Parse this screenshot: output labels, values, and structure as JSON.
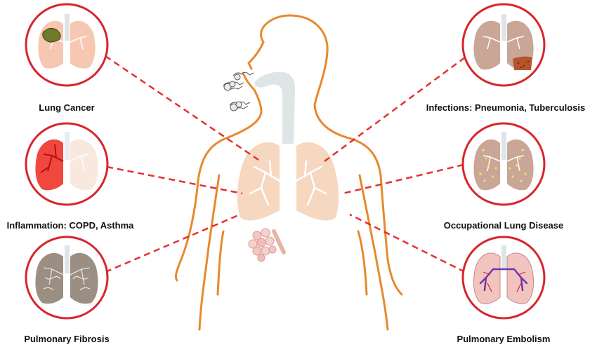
{
  "diagram": {
    "conditions": [
      {
        "label": "Lung Cancer"
      },
      {
        "label": "Inflammation: COPD, Asthma"
      },
      {
        "label": "Pulmonary Fibrosis"
      },
      {
        "label": "Infections: Pneumonia, Tuberculosis"
      },
      {
        "label": "Occupational Lung Disease"
      },
      {
        "label": "Pulmonary Embolism"
      }
    ]
  },
  "colors": {
    "circle_border": "#d7262b",
    "connector": "#e53030",
    "body_outline": "#e8892e",
    "lung_fill": "#f6d7c0",
    "trachea": "#dfe4e6",
    "bronchi": "#ffffff"
  }
}
